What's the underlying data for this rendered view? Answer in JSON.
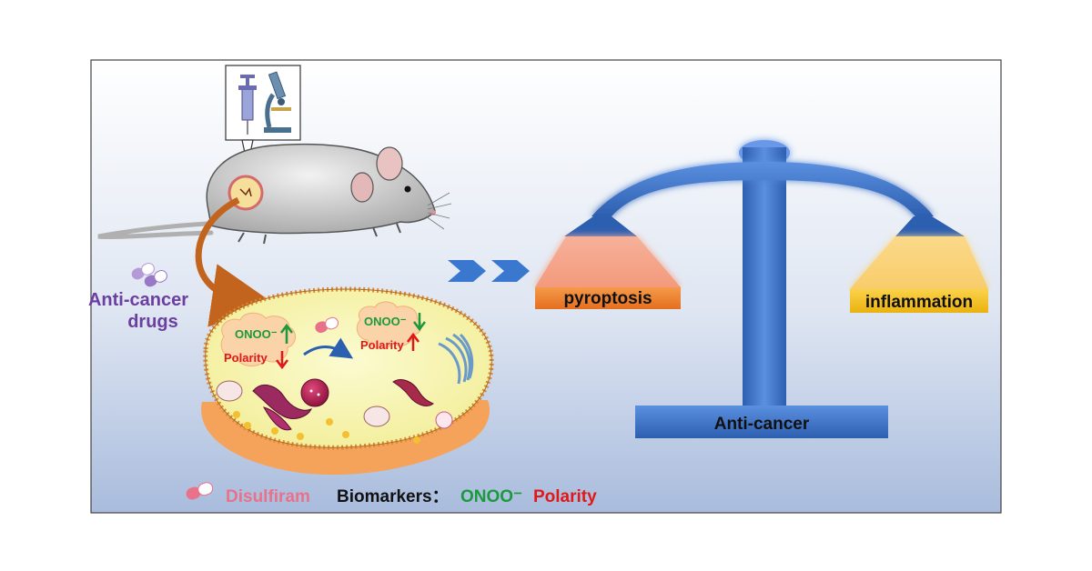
{
  "labels": {
    "drugs_line1": "Anti-cancer",
    "drugs_line2": "drugs",
    "cell_left_onoo": "ONOO⁻",
    "cell_left_polarity": "Polarity",
    "cell_right_onoo": "ONOO⁻",
    "cell_right_polarity": "Polarity",
    "pan_left": "pyroptosis",
    "pan_right": "inflammation",
    "scale_base": "Anti-cancer",
    "legend_drug": "Disulfiram",
    "legend_biomarkers": "Biomarkers：",
    "legend_onoo": "ONOO⁻",
    "legend_polarity": "Polarity"
  },
  "colors": {
    "drugs_text": "#6b3fa0",
    "onoo_green": "#1a9a3c",
    "polarity_red": "#e01818",
    "disulfiram_pink": "#e8728a",
    "pyroptosis_orange": "#f0853a",
    "inflammation_yellow": "#f2c030",
    "scale_blue": "#3a6fc4",
    "chevron_blue": "#3a78d0"
  },
  "icons": [
    "syringe-icon",
    "microscope-icon",
    "mouse-illustration",
    "capsule-icon",
    "cell-illustration",
    "balance-scale-icon",
    "chevron-arrows-icon",
    "up-arrow-icon",
    "down-arrow-icon"
  ]
}
